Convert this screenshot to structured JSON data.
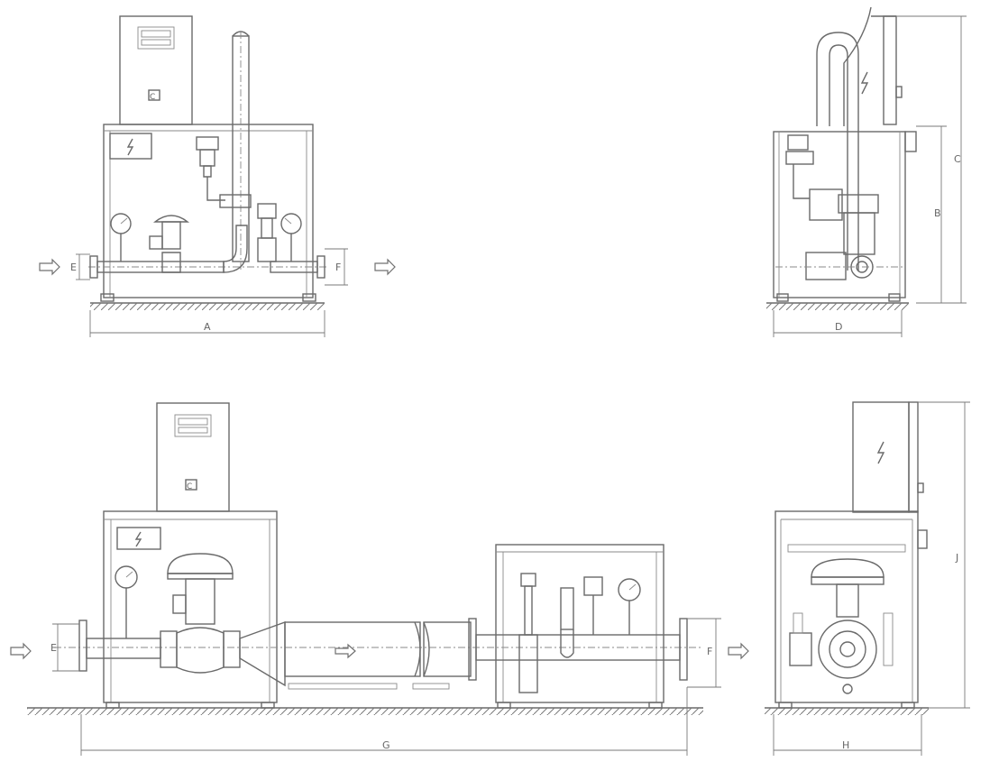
{
  "dimensions": {
    "A": "A",
    "B": "B",
    "C": "C",
    "D": "D",
    "E_top": "E",
    "F_top": "F",
    "G": "G",
    "H": "H",
    "J": "J",
    "E_bottom": "E",
    "F_bottom": "F"
  },
  "symbols": {
    "lightning": "lightning-bolt-icon",
    "flow_arrow": "flow-arrow-icon",
    "gas_c": "C"
  }
}
